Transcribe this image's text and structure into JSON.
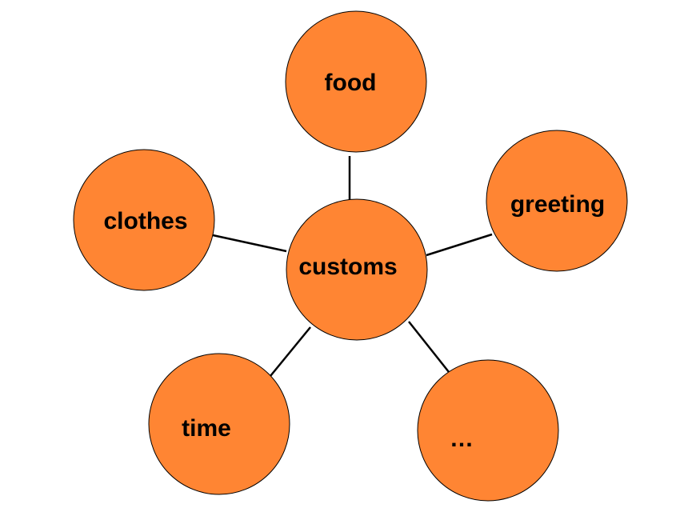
{
  "diagram": {
    "center": {
      "label": "customs"
    },
    "branches": [
      {
        "label": "food"
      },
      {
        "label": "greeting"
      },
      {
        "label": "clothes"
      },
      {
        "label": "time"
      },
      {
        "label": "…"
      }
    ]
  },
  "colors": {
    "node_fill": "#FF8533",
    "node_stroke": "#000000",
    "connector": "#000000",
    "text": "#000000"
  }
}
